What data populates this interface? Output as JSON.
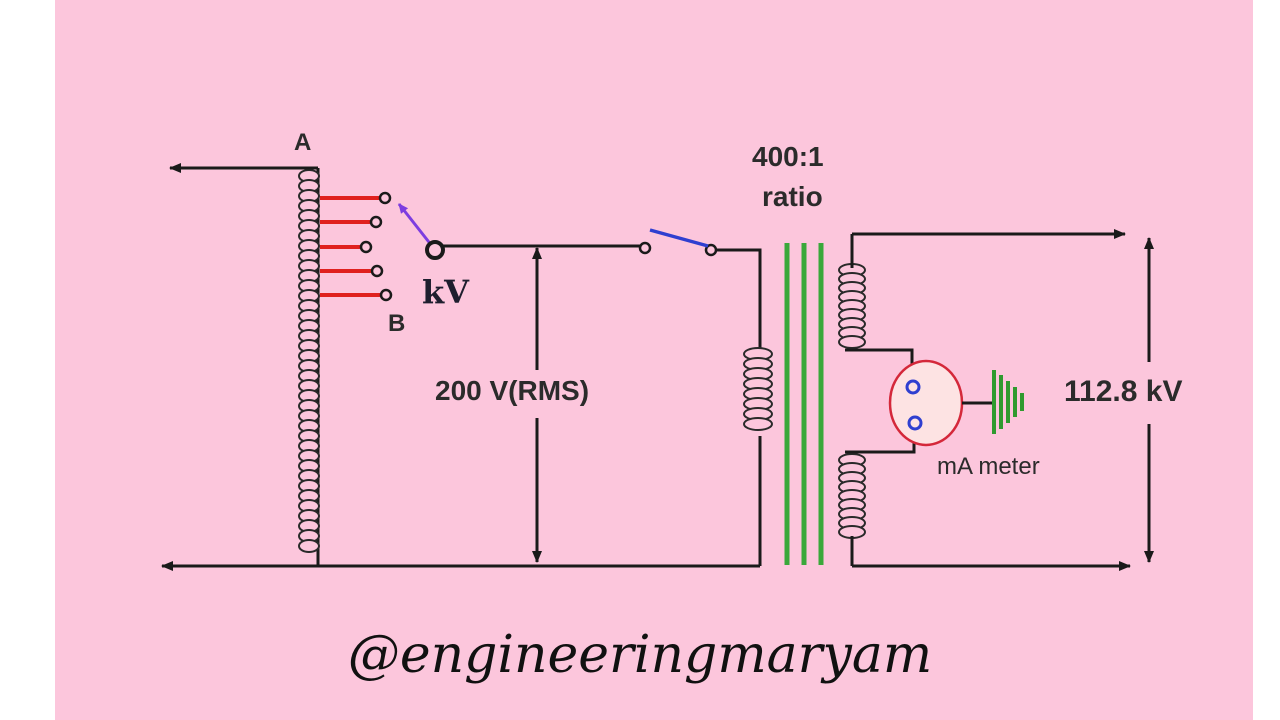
{
  "labels": {
    "terminal_a": "A",
    "terminal_b": "B",
    "kv_tap": "kV",
    "ratio_value": "400:1",
    "ratio_word": "ratio",
    "primary_voltage": "200 V(RMS)",
    "output_voltage": "112.8 kV",
    "meter": "mA meter"
  },
  "watermark": "@engineeringmaryam",
  "colors": {
    "background": "#fcc6dc",
    "tap_leads": "#e0201e",
    "wiper": "#7d3de0",
    "switch_blade": "#2f3fd0",
    "transformer_core": "#3aa83a",
    "ground": "#2f9a2f",
    "wire": "#1a1a1a"
  },
  "icons": {
    "ground_symbol": "ground-icon",
    "arrow": "arrow-head-icon"
  }
}
